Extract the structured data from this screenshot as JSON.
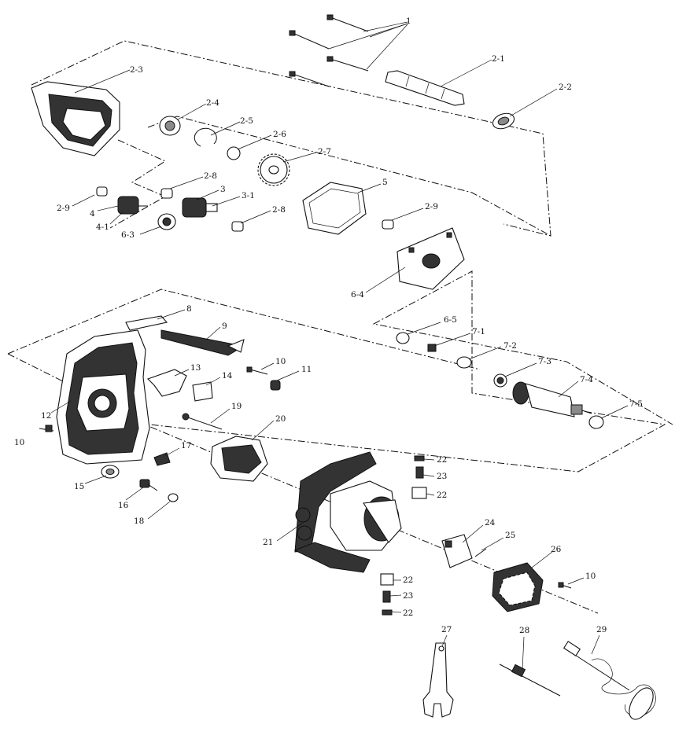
{
  "labels": {
    "l1": "1",
    "l2_1": "2-1",
    "l2_2": "2-2",
    "l2_3": "2-3",
    "l2_4": "2-4",
    "l2_5": "2-5",
    "l2_6": "2-6",
    "l2_7": "2-7",
    "l2_8a": "2-8",
    "l2_8b": "2-8",
    "l2_9a": "2-9",
    "l2_9b": "2-9",
    "l3": "3",
    "l3_1": "3-1",
    "l4": "4",
    "l4_1": "4-1",
    "l5": "5",
    "l6_3": "6-3",
    "l6_4": "6-4",
    "l6_5": "6-5",
    "l7_1": "7-1",
    "l7_2": "7-2",
    "l7_3": "7-3",
    "l7_4": "7-4",
    "l7_5": "7-5",
    "l8": "8",
    "l9": "9",
    "l10a": "10",
    "l10b": "10",
    "l10c": "10",
    "l11": "11",
    "l12": "12",
    "l13": "13",
    "l14": "14",
    "l15": "15",
    "l16": "16",
    "l17": "17",
    "l18": "18",
    "l19": "19",
    "l20": "20",
    "l21": "21",
    "l22a": "22",
    "l22b": "22",
    "l22c": "22",
    "l22d": "22",
    "l23a": "23",
    "l23b": "23",
    "l24": "24",
    "l25": "25",
    "l26": "26",
    "l27": "27",
    "l28": "28",
    "l29": "29"
  },
  "icons": {
    "screws": "screw-set-icon",
    "spindle": "spindle-shaft-icon",
    "gear": "gear-icon",
    "bearing": "bearing-icon",
    "housing": "motor-housing-icon",
    "armature": "armature-icon",
    "wrench": "wrench-icon",
    "paddle": "mixing-paddle-icon"
  }
}
